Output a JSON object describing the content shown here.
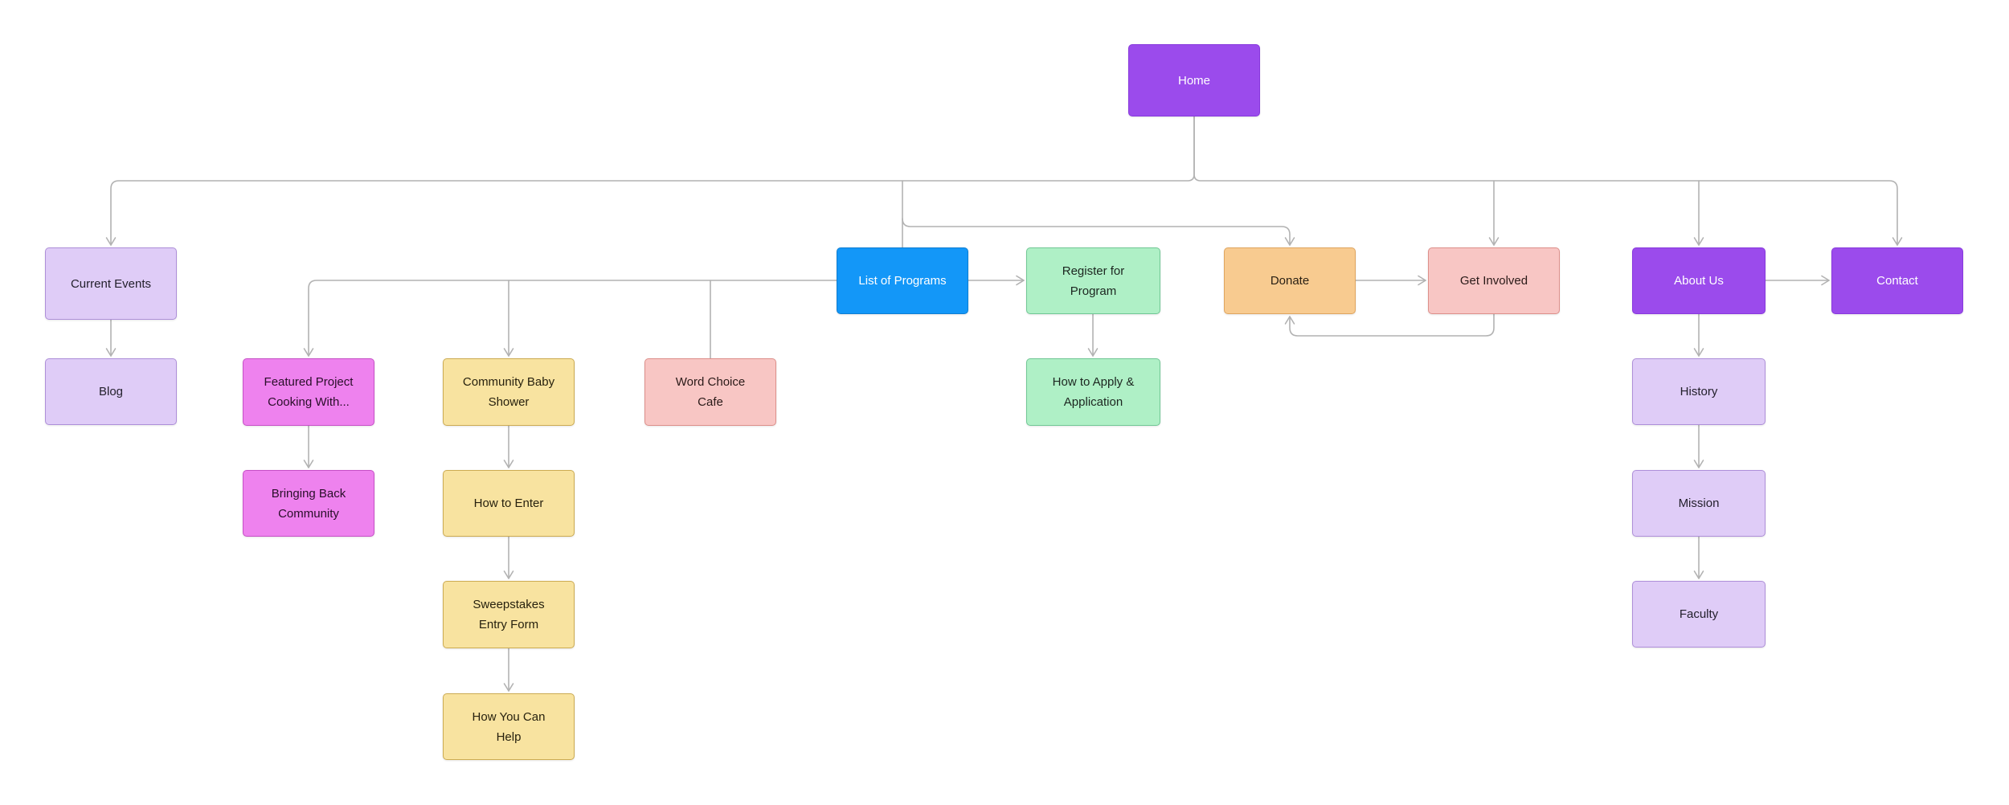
{
  "diagram_type": "sitemap-flowchart",
  "palette": {
    "purple": {
      "fill": "#9B4BEC",
      "border": "#8839DD",
      "text": "#FFFFFF"
    },
    "blue": {
      "fill": "#1397F8",
      "border": "#0E7ED2",
      "text": "#FFFFFF"
    },
    "lavender": {
      "fill": "#DFCCF7",
      "border": "#AE8FD9",
      "text": "#23202C"
    },
    "mint": {
      "fill": "#AFF0C6",
      "border": "#71C795",
      "text": "#1C2620"
    },
    "orange": {
      "fill": "#F8CB90",
      "border": "#DFA55F",
      "text": "#2A2014"
    },
    "rose": {
      "fill": "#F8C6C4",
      "border": "#DD8F8A",
      "text": "#2A1A18"
    },
    "orchid": {
      "fill": "#EE82EE",
      "border": "#C650C6",
      "text": "#290E29"
    },
    "gold": {
      "fill": "#F8E3A0",
      "border": "#CCAB52",
      "text": "#27210E"
    },
    "edge": {
      "fill": "#B2B2B2",
      "border": "#B2B2B2",
      "text": "#B2B2B2"
    }
  },
  "nodes": {
    "home": {
      "label": "Home",
      "color": "purple"
    },
    "current_events": {
      "label": "Current Events",
      "color": "lavender"
    },
    "list_of_programs": {
      "label": "List of Programs",
      "color": "blue"
    },
    "register_for_program": {
      "label": "Register for\nProgram",
      "color": "mint"
    },
    "donate": {
      "label": "Donate",
      "color": "orange"
    },
    "get_involved": {
      "label": "Get Involved",
      "color": "rose"
    },
    "about_us": {
      "label": "About Us",
      "color": "purple"
    },
    "contact": {
      "label": "Contact",
      "color": "purple"
    },
    "blog": {
      "label": "Blog",
      "color": "lavender"
    },
    "featured_project": {
      "label": "Featured Project\nCooking With...",
      "color": "orchid"
    },
    "community_baby_shower": {
      "label": "Community Baby\nShower",
      "color": "gold"
    },
    "word_choice_cafe": {
      "label": "Word Choice\nCafe",
      "color": "rose"
    },
    "how_to_apply": {
      "label": "How to Apply &\nApplication",
      "color": "mint"
    },
    "history": {
      "label": "History",
      "color": "lavender"
    },
    "bringing_back_community": {
      "label": "Bringing Back\nCommunity",
      "color": "orchid"
    },
    "how_to_enter": {
      "label": "How to Enter",
      "color": "gold"
    },
    "mission": {
      "label": "Mission",
      "color": "lavender"
    },
    "sweepstakes_entry_form": {
      "label": "Sweepstakes\nEntry Form",
      "color": "gold"
    },
    "faculty": {
      "label": "Faculty",
      "color": "lavender"
    },
    "how_you_can_help": {
      "label": "How You Can\nHelp",
      "color": "gold"
    }
  },
  "edges": [
    {
      "from": "Home",
      "to": "Current Events",
      "arrow": true
    },
    {
      "from": "Home",
      "to": "List of Programs",
      "arrow": false
    },
    {
      "from": "Home",
      "to": "Donate",
      "arrow": true
    },
    {
      "from": "Home",
      "to": "Get Involved",
      "arrow": true
    },
    {
      "from": "Home",
      "to": "About Us",
      "arrow": true
    },
    {
      "from": "Home",
      "to": "Contact",
      "arrow": true
    },
    {
      "from": "Current Events",
      "to": "Blog",
      "arrow": true
    },
    {
      "from": "List of Programs",
      "to": "Register for Program",
      "arrow": true
    },
    {
      "from": "List of Programs",
      "to": "Featured Project Cooking With...",
      "arrow": true
    },
    {
      "from": "List of Programs",
      "to": "Community Baby Shower",
      "arrow": true
    },
    {
      "from": "List of Programs",
      "to": "Word Choice Cafe",
      "arrow": false
    },
    {
      "from": "Register for Program",
      "to": "How to Apply & Application",
      "arrow": true
    },
    {
      "from": "Donate",
      "to": "Get Involved",
      "arrow": true
    },
    {
      "from": "Get Involved",
      "to": "Donate",
      "arrow": true
    },
    {
      "from": "About Us",
      "to": "Contact",
      "arrow": true
    },
    {
      "from": "About Us",
      "to": "History",
      "arrow": true
    },
    {
      "from": "History",
      "to": "Mission",
      "arrow": true
    },
    {
      "from": "Mission",
      "to": "Faculty",
      "arrow": true
    },
    {
      "from": "Featured Project Cooking With...",
      "to": "Bringing Back Community",
      "arrow": true
    },
    {
      "from": "Community Baby Shower",
      "to": "How to Enter",
      "arrow": true
    },
    {
      "from": "How to Enter",
      "to": "Sweepstakes Entry Form",
      "arrow": true
    },
    {
      "from": "Sweepstakes Entry Form",
      "to": "How You Can Help",
      "arrow": true
    }
  ]
}
